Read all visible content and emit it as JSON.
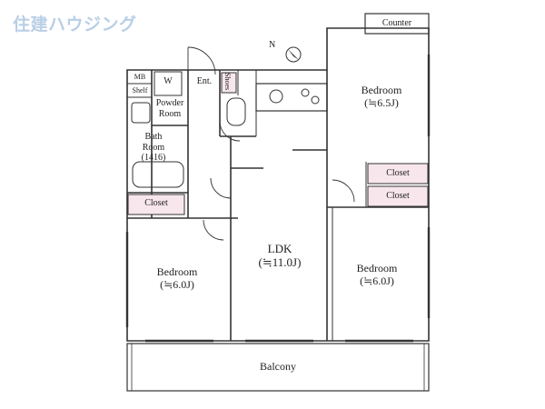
{
  "brand": {
    "logo_text": "住建ハウジング"
  },
  "rooms": {
    "bedroom_top_right": {
      "name": "Bedroom",
      "size": "(≒6.5J)"
    },
    "bedroom_left": {
      "name": "Bedroom",
      "size": "(≒6.0J)"
    },
    "bedroom_right": {
      "name": "Bedroom",
      "size": "(≒6.0J)"
    },
    "ldk": {
      "name": "LDK",
      "size": "(≒11.0J)"
    },
    "balcony": {
      "name": "Balcony"
    },
    "counter": {
      "name": "Counter"
    },
    "powder_room": {
      "line1": "Powder",
      "line2": "Room"
    },
    "bath_room": {
      "line1": "Bath",
      "line2": "Room",
      "line3": "(1416)"
    },
    "closet_left": {
      "name": "Closet"
    },
    "closet_right_1": {
      "name": "Closet"
    },
    "closet_right_2": {
      "name": "Closet"
    },
    "mb": {
      "name": "MB"
    },
    "shelf": {
      "name": "Shelf"
    },
    "washer": {
      "name": "W"
    },
    "entrance": {
      "name": "Ent."
    },
    "shoes": {
      "name": "Shoes"
    }
  },
  "compass": {
    "label": "N"
  },
  "colors": {
    "closet_fill": "#f7e6ec",
    "wall": "#333333",
    "logo": "#b9cfe6"
  }
}
